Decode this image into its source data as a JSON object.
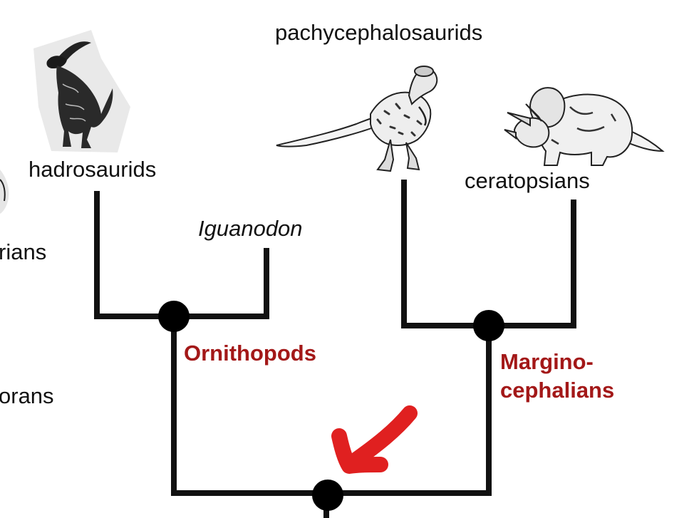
{
  "taxa": {
    "partial_left_1": "rians",
    "partial_left_2": "orans",
    "hadrosaurids": "hadrosaurids",
    "iguanodon": "Iguanodon",
    "pachycephalosaurids": "pachycephalosaurids",
    "ceratopsians": "ceratopsians"
  },
  "clades": {
    "ornithopods": "Ornithopods",
    "marginocephalians_line1": "Margino-",
    "marginocephalians_line2": "cephalians"
  },
  "colors": {
    "tree_line": "#111111",
    "node": "#000000",
    "clade_label": "#a31818",
    "arrow": "#e02020"
  },
  "icons": [
    "parasaurolophus-illustration",
    "pachycephalosaurus-illustration",
    "triceratops-illustration",
    "red-pointer-arrow"
  ]
}
